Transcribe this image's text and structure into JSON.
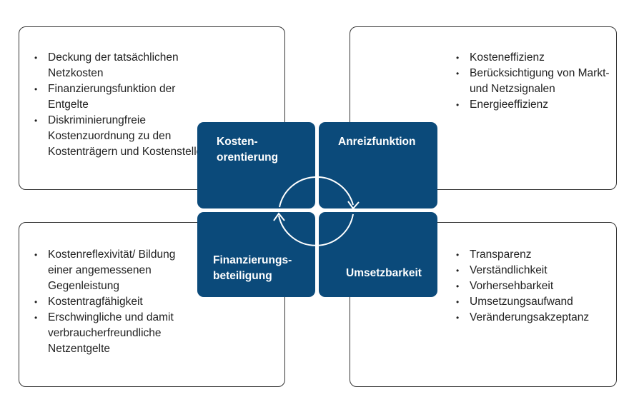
{
  "boxes": {
    "top_left": {
      "items": [
        "Deckung der tatsächlichen Netzkosten",
        "Finanzierungsfunktion der Entgelte",
        "Diskriminierungfreie Kostenzuordnung zu den Kostenträgern und Kostenstellen"
      ]
    },
    "top_right": {
      "items": [
        "Kosteneffizienz",
        "Berücksichtigung von Markt- und Netzsignalen",
        "Energieeffizienz"
      ]
    },
    "bottom_left": {
      "items": [
        "Kostenreflexivität/ Bildung einer angemessenen Gegenleistung",
        "Kostentragfähigkeit",
        "Erschwingliche und damit verbraucherfreundliche Netzentgelte"
      ]
    },
    "bottom_right": {
      "items": [
        "Transparenz",
        "Verständlichkeit",
        "Vorhersehbarkeit",
        "Umsetzungsaufwand",
        "Veränderungsakzeptanz"
      ]
    }
  },
  "tiles": {
    "top_left": {
      "line1": "Kosten-",
      "line2": "orentierung"
    },
    "top_right": {
      "line1": "Anreizfunktion"
    },
    "bottom_left": {
      "line1": "Finanzierungs-",
      "line2": "beteiligung"
    },
    "bottom_right": {
      "line1": "Umsetzbarkeit"
    }
  },
  "colors": {
    "tile_fill": "#0b4a7a",
    "tile_text": "#ffffff",
    "box_border": "#333333"
  }
}
